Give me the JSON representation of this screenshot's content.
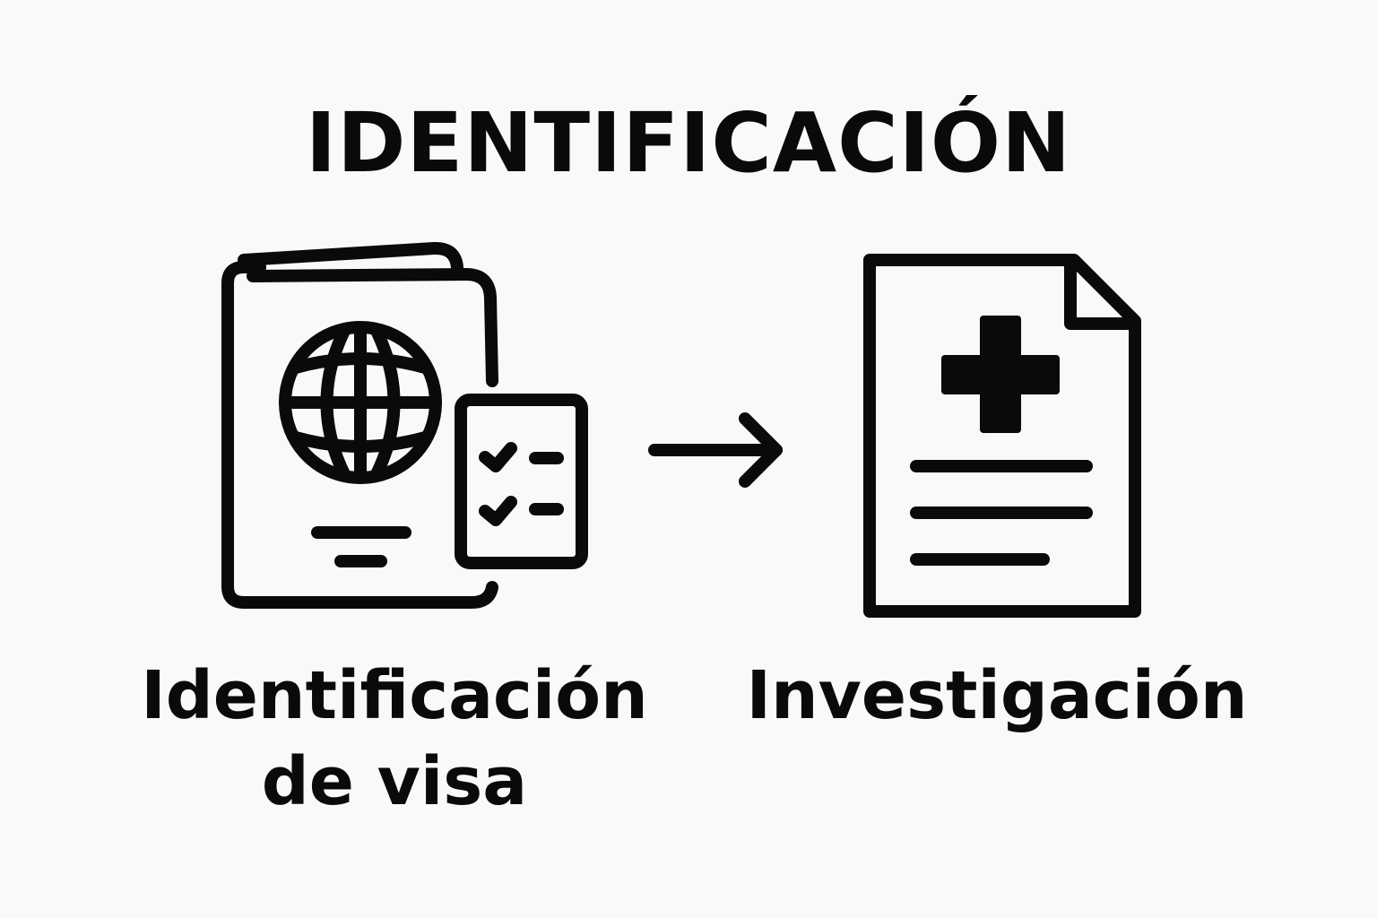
{
  "title": "IDENTIFICACIÓN",
  "steps": [
    {
      "icon": "passport-with-checklist-icon",
      "label_lines": [
        "Identificación",
        "de visa"
      ]
    },
    {
      "icon": "medical-document-icon",
      "label_lines": [
        "Investigación"
      ]
    }
  ],
  "connector": {
    "icon": "arrow-right-icon"
  },
  "colors": {
    "background": "#f9f9f9",
    "ink": "#0a0a0a"
  }
}
